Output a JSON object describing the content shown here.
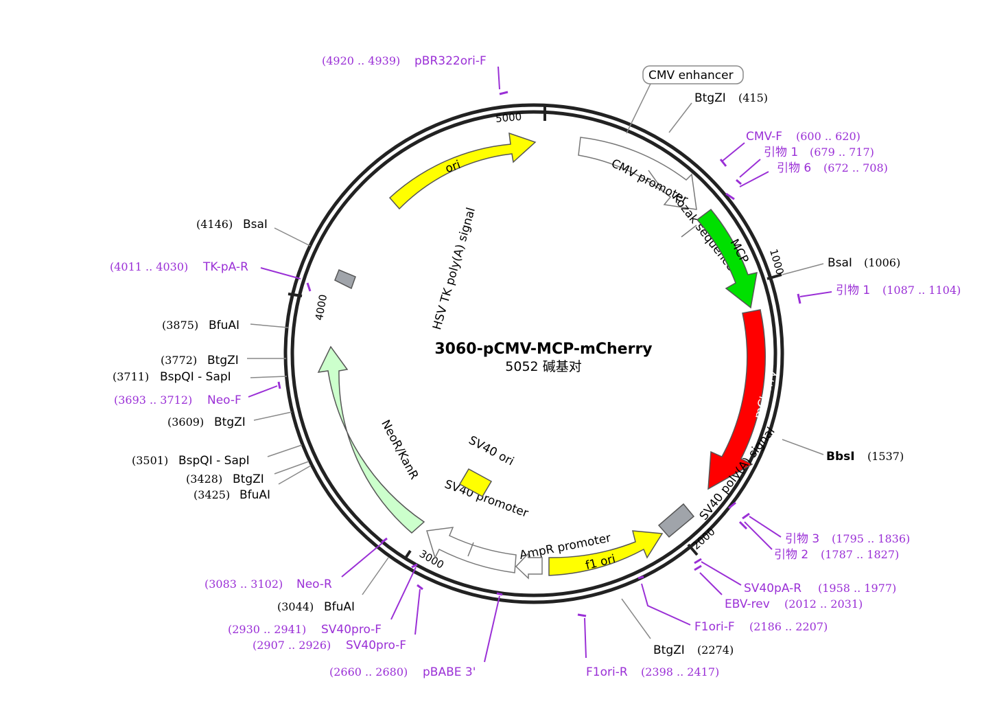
{
  "plasmid": {
    "name": "3060-pCMV-MCP-mCherry",
    "size_label": "5052 碱基对",
    "length_bp": 5052
  },
  "ticks": [
    {
      "label": "1000"
    },
    {
      "label": "2000"
    },
    {
      "label": "3000"
    },
    {
      "label": "4000"
    },
    {
      "label": "5000"
    }
  ],
  "features": {
    "ori": "ori",
    "cmv_promoter": "CMV promoter",
    "kozak": "Kozak sequence",
    "mcp": "MCP",
    "mcherry": "mCherry",
    "sv40_polya": "SV40 poly(A) signal",
    "f1_ori": "f1 ori",
    "ampr_promoter": "AmpR promoter",
    "sv40_promoter": "SV40 promoter",
    "sv40_ori": "SV40 ori",
    "neor_kanr": "NeoR/KanR",
    "hsv_tk_polya": "HSV TK poly(A) signal",
    "cmv_enhancer": "CMV enhancer"
  },
  "colors": {
    "ori": "#ffff00",
    "mcp": "#00e000",
    "mcherry": "#ff0000",
    "f1_ori": "#ffff00",
    "neor": "#ccffcc",
    "sv40_ori": "#ffff00",
    "gray_box": "#a0a4aa",
    "primer": "#9a2fd6"
  },
  "sites": [
    {
      "name": "BtgZI",
      "pos": "(415)"
    },
    {
      "name": "BsaI",
      "pos": "(1006)"
    },
    {
      "name": "BbsI",
      "pos": "(1537)"
    },
    {
      "name": "BtgZI",
      "pos": "(2274)"
    },
    {
      "name": "BfuAI",
      "pos": "(3044)"
    },
    {
      "name": "BfuAI",
      "pos": "(3425)"
    },
    {
      "name": "BtgZI",
      "pos": "(3428)"
    },
    {
      "name": "BspQI - SapI",
      "pos": "(3501)"
    },
    {
      "name": "BtgZI",
      "pos": "(3609)"
    },
    {
      "name": "BspQI - SapI",
      "pos": "(3711)"
    },
    {
      "name": "BtgZI",
      "pos": "(3772)"
    },
    {
      "name": "BfuAI",
      "pos": "(3875)"
    },
    {
      "name": "BsaI",
      "pos": "(4146)"
    }
  ],
  "primers": [
    {
      "name": "pBR322ori-F",
      "range": "(4920 .. 4939)"
    },
    {
      "name": "CMV-F",
      "range": "(600 .. 620)"
    },
    {
      "name": "引物 1",
      "range": "(679 .. 717)"
    },
    {
      "name": "引物 6",
      "range": "(672 .. 708)"
    },
    {
      "name": "引物 1",
      "range": "(1087 .. 1104)"
    },
    {
      "name": "引物 3",
      "range": "(1795 .. 1836)"
    },
    {
      "name": "引物 2",
      "range": "(1787 .. 1827)"
    },
    {
      "name": "SV40pA-R",
      "range": "(1958 .. 1977)"
    },
    {
      "name": "EBV-rev",
      "range": "(2012 .. 2031)"
    },
    {
      "name": "F1ori-F",
      "range": "(2186 .. 2207)"
    },
    {
      "name": "F1ori-R",
      "range": "(2398 .. 2417)"
    },
    {
      "name": "pBABE 3'",
      "range": "(2660 .. 2680)"
    },
    {
      "name": "SV40pro-F",
      "range": "(2907 .. 2926)"
    },
    {
      "name": "SV40pro-F",
      "range": "(2930 .. 2941)"
    },
    {
      "name": "Neo-R",
      "range": "(3083 .. 3102)"
    },
    {
      "name": "Neo-F",
      "range": "(3693 .. 3712)"
    },
    {
      "name": "TK-pA-R",
      "range": "(4011 .. 4030)"
    }
  ]
}
